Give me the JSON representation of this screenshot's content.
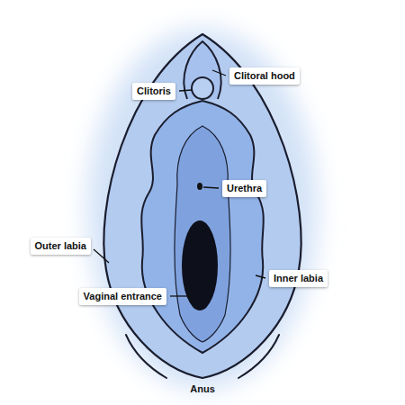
{
  "diagram": {
    "labels": [
      "Clitoral hood",
      "Clitoris",
      "Urethra",
      "Outer labia",
      "Inner labia",
      "Vaginal entrance",
      "Anus"
    ]
  }
}
